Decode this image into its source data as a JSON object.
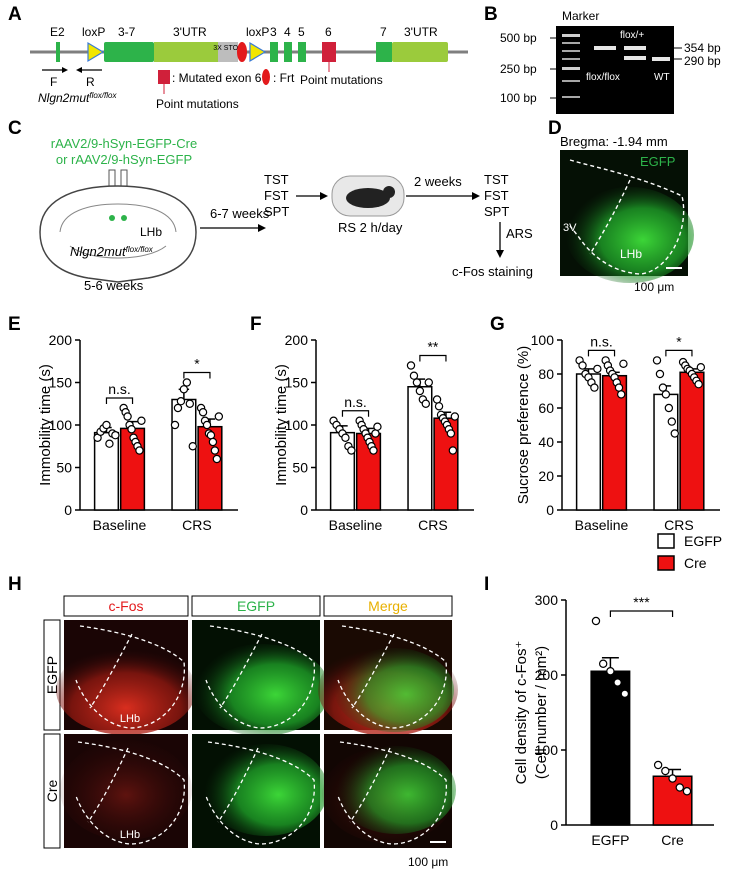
{
  "panel_labels": [
    "A",
    "B",
    "C",
    "D",
    "E",
    "F",
    "G",
    "H",
    "I"
  ],
  "panelA": {
    "elements": [
      "E2",
      "loxP",
      "3-7",
      "3'UTR",
      "3X STOP",
      "loxP",
      "3",
      "4",
      "5",
      "6",
      "7",
      "3'UTR"
    ],
    "primers": [
      "F",
      "R"
    ],
    "allele": "Nlgn2mut",
    "allele_sup": "flox/flox",
    "legend": [
      ": Mutated exon 6",
      ": Frt"
    ],
    "notes": [
      "Point mutations",
      "Point mutations"
    ],
    "colors": {
      "exon": "#2db34a",
      "utr": "#9bcb3c",
      "stop": "#bdbdbd",
      "loxp": "#f2e600",
      "frt": "#e31a1c",
      "mutated": "#d0203a",
      "line": "#7f7f7f"
    }
  },
  "panelB": {
    "marker": "Marker",
    "ladder": [
      "500 bp",
      "250 bp",
      "100 bp"
    ],
    "lanes": [
      "flox/flox",
      "flox/+",
      "WT"
    ],
    "band_sizes": [
      "354 bp",
      "290 bp"
    ]
  },
  "panelC": {
    "virus": [
      "rAAV2/9-hSyn-EGFP-Cre",
      "or rAAV2/9-hSyn-EGFP"
    ],
    "region": "LHb",
    "allele": "Nlgn2mut",
    "allele_sup": "flox/flox",
    "age": "5-6 weeks",
    "wait1": "6-7 weeks",
    "tests1": [
      "TST",
      "FST",
      "SPT"
    ],
    "stress": "RS 2 h/day",
    "wait2": "2 weeks",
    "tests2": [
      "TST",
      "FST",
      "SPT"
    ],
    "ars": "ARS",
    "stain": "c-Fos staining"
  },
  "panelD": {
    "bregma": "Bregma: -1.94 mm",
    "channel": "EGFP",
    "labels": [
      "3V",
      "LHb"
    ],
    "scale": "100 μm"
  },
  "legend": {
    "entries": [
      {
        "name": "EGFP",
        "color": "#ffffff"
      },
      {
        "name": "Cre",
        "color": "#ee1111"
      }
    ]
  },
  "chart_data": [
    {
      "type": "bar",
      "panel": "E",
      "ylabel": "Immobility time (s)",
      "ylim": [
        0,
        200
      ],
      "yticks": [
        0,
        50,
        100,
        150,
        200
      ],
      "categories": [
        "Baseline",
        "CRS"
      ],
      "series": [
        {
          "name": "EGFP",
          "color": "#ffffff",
          "values": [
            91,
            130
          ],
          "sem": [
            6,
            12
          ],
          "points": [
            [
              85,
              92,
              96,
              100,
              78,
              90,
              88
            ],
            [
              100,
              120,
              128,
              142,
              150,
              125,
              75
            ]
          ]
        },
        {
          "name": "Cre",
          "color": "#ee1111",
          "values": [
            96,
            98
          ],
          "sem": [
            8,
            9
          ],
          "points": [
            [
              120,
              115,
              110,
              100,
              95,
              85,
              80,
              75,
              70,
              105
            ],
            [
              120,
              115,
              105,
              100,
              90,
              88,
              80,
              70,
              60,
              110
            ]
          ]
        }
      ],
      "significance": [
        "n.s.",
        "*"
      ]
    },
    {
      "type": "bar",
      "panel": "F",
      "ylabel": "Immobility time (s)",
      "ylim": [
        0,
        200
      ],
      "yticks": [
        0,
        50,
        100,
        150,
        200
      ],
      "categories": [
        "Baseline",
        "CRS"
      ],
      "series": [
        {
          "name": "EGFP",
          "color": "#ffffff",
          "values": [
            91,
            145
          ],
          "sem": [
            8,
            9
          ],
          "points": [
            [
              105,
              100,
              95,
              90,
              85,
              75,
              70
            ],
            [
              170,
              158,
              150,
              140,
              130,
              125,
              150
            ]
          ]
        },
        {
          "name": "Cre",
          "color": "#ee1111",
          "values": [
            90,
            108
          ],
          "sem": [
            6,
            7
          ],
          "points": [
            [
              105,
              100,
              95,
              90,
              85,
              80,
              75,
              70,
              90,
              98
            ],
            [
              130,
              122,
              112,
              108,
              104,
              100,
              95,
              90,
              70,
              110
            ]
          ]
        }
      ],
      "significance": [
        "n.s.",
        "**"
      ]
    },
    {
      "type": "bar",
      "panel": "G",
      "ylabel": "Sucrose preference (%)",
      "ylim": [
        0,
        100
      ],
      "yticks": [
        0,
        20,
        40,
        60,
        80,
        100
      ],
      "categories": [
        "Baseline",
        "CRS"
      ],
      "series": [
        {
          "name": "EGFP",
          "color": "#ffffff",
          "values": [
            80,
            68
          ],
          "sem": [
            3,
            5
          ],
          "points": [
            [
              88,
              85,
              80,
              78,
              75,
              72,
              83
            ],
            [
              88,
              80,
              72,
              68,
              60,
              52,
              45
            ]
          ]
        },
        {
          "name": "Cre",
          "color": "#ee1111",
          "values": [
            79,
            81
          ],
          "sem": [
            2,
            2
          ],
          "points": [
            [
              88,
              85,
              82,
              80,
              78,
              75,
              72,
              68,
              86
            ],
            [
              87,
              85,
              83,
              82,
              80,
              78,
              76,
              74,
              84
            ]
          ]
        }
      ],
      "significance": [
        "n.s.",
        "*"
      ]
    },
    {
      "type": "bar",
      "panel": "I",
      "ylabel": "Cell density of c-Fos⁺",
      "ylabel2": "(Cell number / mm²)",
      "ylim": [
        0,
        300
      ],
      "yticks": [
        0,
        100,
        200,
        300
      ],
      "categories": [
        "EGFP",
        "Cre"
      ],
      "series": [
        {
          "name": "EGFP / Cre",
          "colors": [
            "#000000",
            "#ee1111"
          ],
          "values": [
            205,
            65
          ],
          "sem": [
            18,
            9
          ],
          "points": [
            [
              272,
              215,
              205,
              190,
              175
            ],
            [
              80,
              72,
              62,
              50,
              45
            ]
          ]
        }
      ],
      "significance": [
        "***"
      ]
    }
  ],
  "panelH": {
    "columns": [
      "c-Fos",
      "EGFP",
      "Merge"
    ],
    "column_colors": [
      "#e31a1c",
      "#2db34a",
      "#e8b000"
    ],
    "rows": [
      "EGFP",
      "Cre"
    ],
    "region": "LHb",
    "scale": "100 μm"
  }
}
